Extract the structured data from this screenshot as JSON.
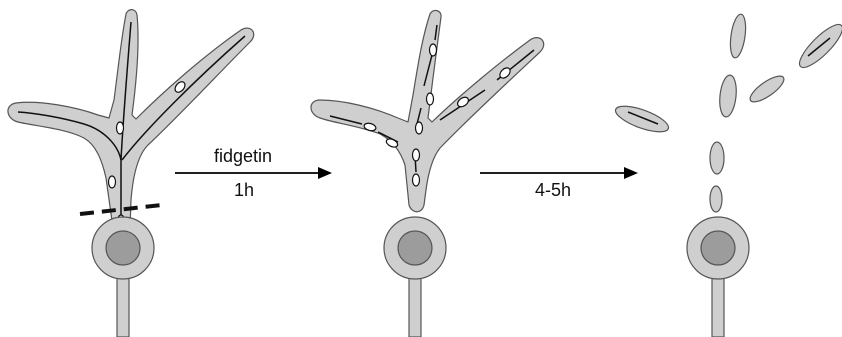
{
  "steps": [
    {
      "label_above": "fidgetin",
      "label_below": "1h"
    },
    {
      "label_above": "",
      "label_below": "4-5h"
    }
  ],
  "panels": [
    {
      "stage": "intact dendrite with cut mark"
    },
    {
      "stage": "dendrite with fragmenting microtubules"
    },
    {
      "stage": "degenerated dendrite fragments"
    }
  ],
  "colors": {
    "cell_fill": "#cfcfcf",
    "nucleus_fill": "#9c9c9c",
    "outline": "#555555",
    "microtubule": "#111111",
    "arrow": "#000000",
    "cut_line": "#111111"
  }
}
